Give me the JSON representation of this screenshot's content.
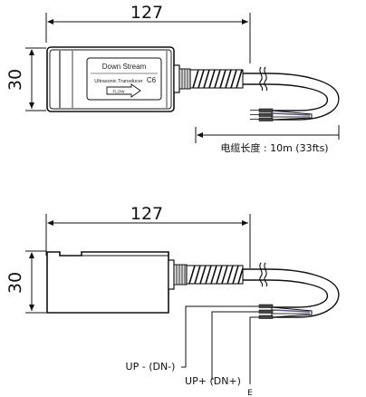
{
  "top_view": {
    "width_dim": "127",
    "height_dim": "30",
    "label_line1": "Down Stream",
    "label_line2": "Ultrasonic Transducer",
    "label_model": "C6",
    "label_flow": "FLOW",
    "cable_length": "电缆长度 : 10m (33fts)"
  },
  "side_view": {
    "width_dim": "127",
    "height_dim": "30",
    "wire_up_minus": "UP - (DN-)",
    "wire_up_plus": "UP+ (DN+)",
    "wire_e": "E"
  }
}
